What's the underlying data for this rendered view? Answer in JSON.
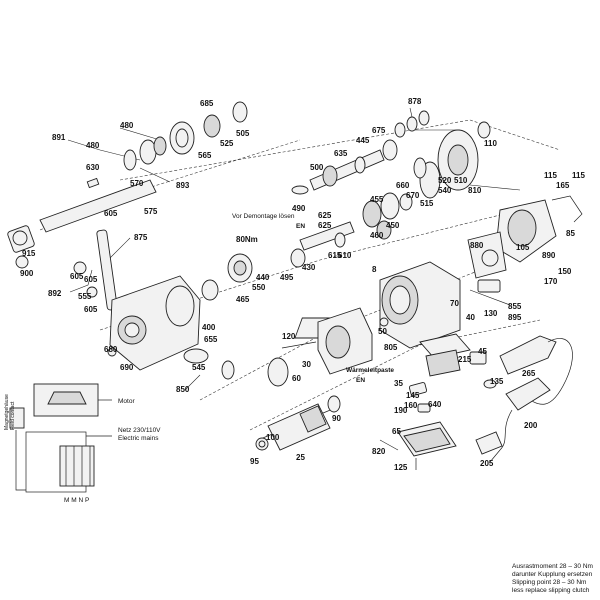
{
  "diagram": {
    "part_numbers": [
      "685",
      "480",
      "891",
      "480",
      "505",
      "525",
      "565",
      "630",
      "570",
      "893",
      "575",
      "878",
      "675",
      "445",
      "635",
      "110",
      "115",
      "115",
      "165",
      "500",
      "520",
      "510",
      "540",
      "810",
      "660",
      "670",
      "515",
      "455",
      "625",
      "460",
      "450",
      "490",
      "625",
      "610",
      "615",
      "605",
      "875",
      "880",
      "85",
      "105",
      "890",
      "150",
      "170",
      "915",
      "900",
      "605",
      "892",
      "555",
      "605",
      "80Nm",
      "440",
      "550",
      "465",
      "495",
      "430",
      "8",
      "70",
      "40",
      "855",
      "130",
      "135",
      "120",
      "805",
      "50",
      "215",
      "45",
      "895",
      "605",
      "400",
      "655",
      "680",
      "690",
      "545",
      "850",
      "60",
      "30",
      "35",
      "145",
      "160",
      "640",
      "190",
      "265",
      "100",
      "95",
      "25",
      "90",
      "65",
      "820",
      "200",
      "205",
      "125"
    ],
    "labels": {
      "demontage": "Vor Demontage lösen",
      "demontage_en": "EN",
      "waermeleitpaste": "Wärmeleitpaste",
      "waermeleitpaste_en": "EN",
      "motor": "Motor",
      "netz": "Netz 230/110V",
      "electric_mains": "Electric mains",
      "magnetgehaeuse": "Magnetgehäuse",
      "field_contact": "Field contact",
      "terminals": "M  M  N  P",
      "note_line1": "Ausrastmoment 28 – 30 Nm",
      "note_line2": "darunter Kupplung ersetzen",
      "note_line3": "Slipping point 28 – 30 Nm",
      "note_line4": "less replace slipping clutch"
    }
  }
}
